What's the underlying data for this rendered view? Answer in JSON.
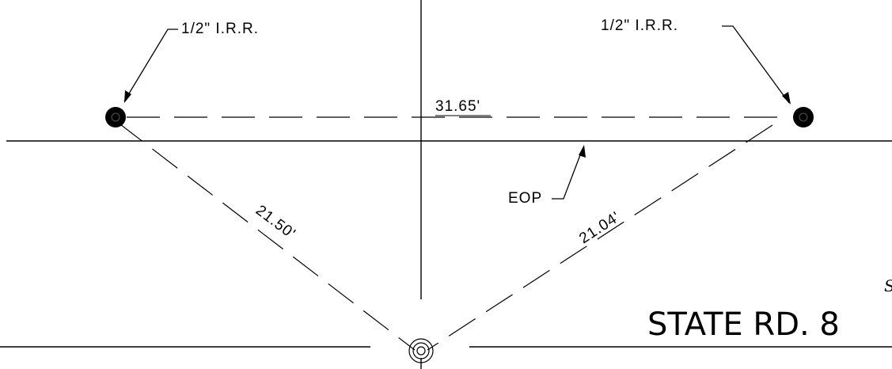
{
  "markers": {
    "left_label": "1/2\" I.R.R.",
    "right_label": "1/2\" I.R.R."
  },
  "dimensions": {
    "top": "31.65'",
    "left_diagonal": "21.50'",
    "right_diagonal": "21.04'"
  },
  "callouts": {
    "eop": "EOP"
  },
  "road": {
    "name": "STATE RD. 8",
    "partial_letter": "S"
  },
  "colors": {
    "line": "#000000",
    "background": "#ffffff"
  }
}
